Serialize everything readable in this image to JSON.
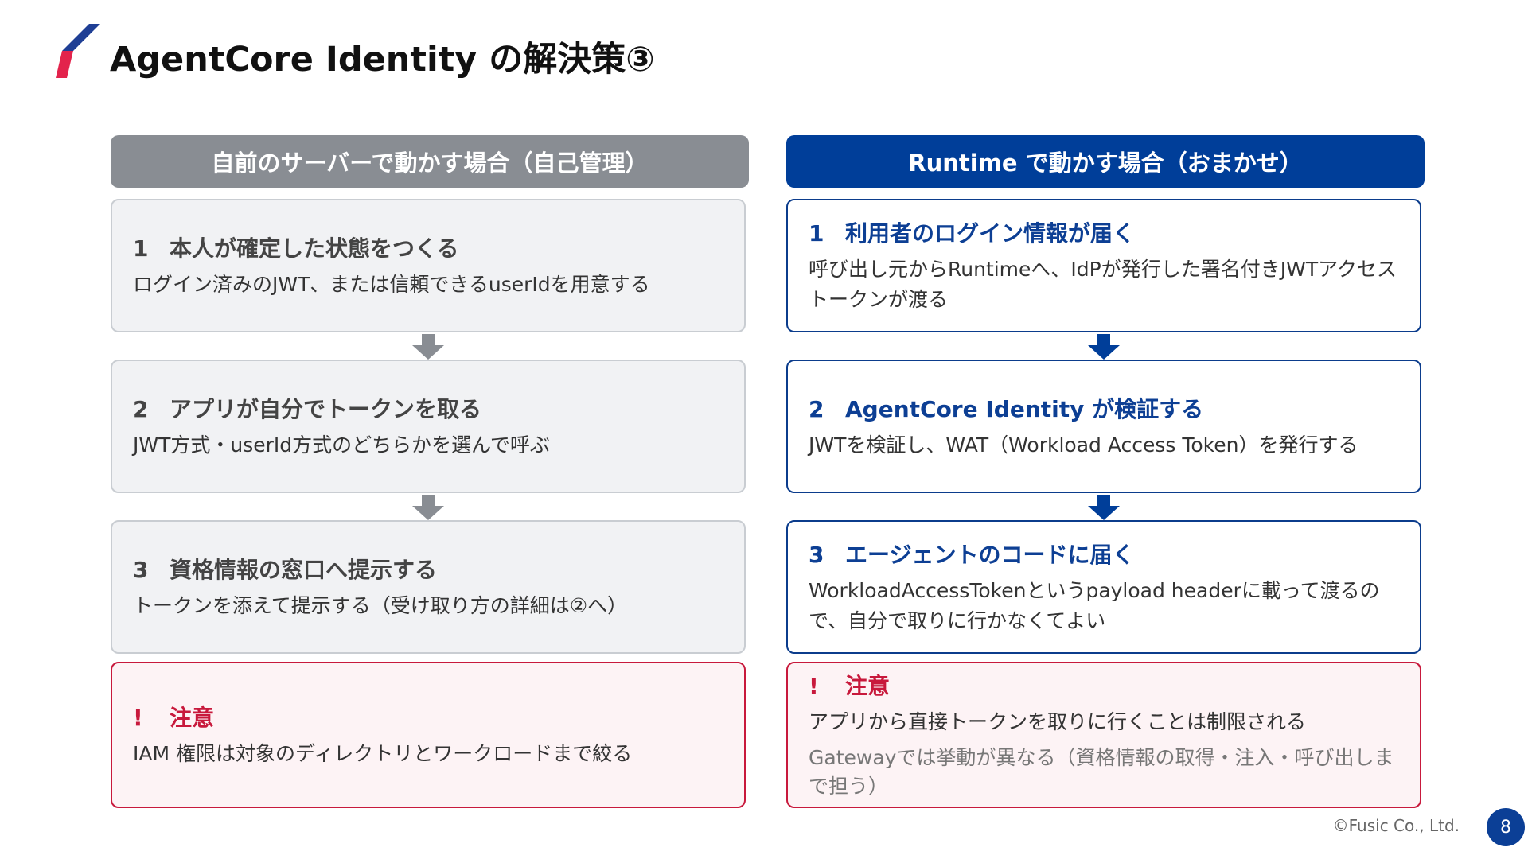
{
  "slide": {
    "title": "AgentCore Identity の解決策③",
    "footer": "©Fusic Co., Ltd.",
    "page_number": "8"
  },
  "left": {
    "header": "自前のサーバーで動かす場合（自己管理）",
    "steps": [
      {
        "num": "1",
        "title": "本人が確定した状態をつくる",
        "desc": "ログイン済みのJWT、または信頼できるuserIdを用意する"
      },
      {
        "num": "2",
        "title": "アプリが自分でトークンを取る",
        "desc": "JWT方式・userId方式のどちらかを選んで呼ぶ"
      },
      {
        "num": "3",
        "title": "資格情報の窓口へ提示する",
        "desc": "トークンを添えて提示する（受け取り方の詳細は②へ）"
      }
    ],
    "warning": {
      "mark": "!",
      "title": "注意",
      "desc": "IAM 権限は対象のディレクトリとワークロードまで絞る"
    }
  },
  "right": {
    "header": "Runtime で動かす場合（おまかせ）",
    "steps": [
      {
        "num": "1",
        "title": "利用者のログイン情報が届く",
        "desc": "呼び出し元からRuntimeへ、IdPが発行した署名付きJWTアクセストークンが渡る"
      },
      {
        "num": "2",
        "title": "AgentCore Identity が検証する",
        "desc": "JWTを検証し、WAT（Workload Access Token）を発行する"
      },
      {
        "num": "3",
        "title": "エージェントのコードに届く",
        "desc": "WorkloadAccessTokenというpayload headerに載って渡るので、自分で取りに行かなくてよい"
      }
    ],
    "warning": {
      "mark": "!",
      "title": "注意",
      "desc": "アプリから直接トークンを取りに行くことは制限される",
      "note": "Gatewayでは挙動が異なる（資格情報の取得・注入・呼び出しまで担う）"
    }
  },
  "colors": {
    "accent_blue": "#003e99",
    "gray_header": "#898d93",
    "warning_red": "#c8193c",
    "logo_blue": "#1e3a8a",
    "logo_red": "#e11d48"
  }
}
